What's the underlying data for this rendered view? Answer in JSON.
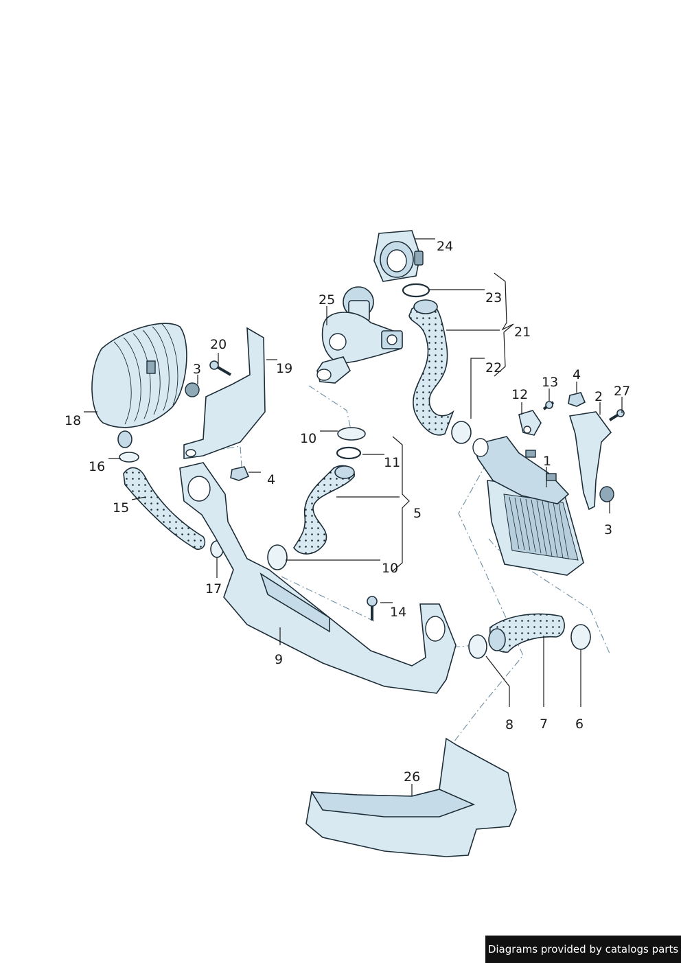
{
  "callouts": [
    {
      "id": "c1",
      "text": "1"
    },
    {
      "id": "c2",
      "text": "2"
    },
    {
      "id": "c3a",
      "text": "3"
    },
    {
      "id": "c3b",
      "text": "3"
    },
    {
      "id": "c4a",
      "text": "4"
    },
    {
      "id": "c4b",
      "text": "4"
    },
    {
      "id": "c5",
      "text": "5"
    },
    {
      "id": "c6",
      "text": "6"
    },
    {
      "id": "c7",
      "text": "7"
    },
    {
      "id": "c8",
      "text": "8"
    },
    {
      "id": "c9",
      "text": "9"
    },
    {
      "id": "c10a",
      "text": "10"
    },
    {
      "id": "c10b",
      "text": "10"
    },
    {
      "id": "c11",
      "text": "11"
    },
    {
      "id": "c12",
      "text": "12"
    },
    {
      "id": "c13",
      "text": "13"
    },
    {
      "id": "c14",
      "text": "14"
    },
    {
      "id": "c15",
      "text": "15"
    },
    {
      "id": "c16",
      "text": "16"
    },
    {
      "id": "c17",
      "text": "17"
    },
    {
      "id": "c18",
      "text": "18"
    },
    {
      "id": "c19",
      "text": "19"
    },
    {
      "id": "c20",
      "text": "20"
    },
    {
      "id": "c21",
      "text": "21"
    },
    {
      "id": "c22",
      "text": "22"
    },
    {
      "id": "c23",
      "text": "23"
    },
    {
      "id": "c24",
      "text": "24"
    },
    {
      "id": "c25",
      "text": "25"
    },
    {
      "id": "c26",
      "text": "26"
    },
    {
      "id": "c27",
      "text": "27"
    }
  ],
  "footer": {
    "text": "Diagrams provided by catalogs parts"
  },
  "colors": {
    "part_fill": "#d8e9f1",
    "outline": "#1c2d38",
    "dash": "#6d8ea3",
    "footer_bg": "#111111"
  }
}
